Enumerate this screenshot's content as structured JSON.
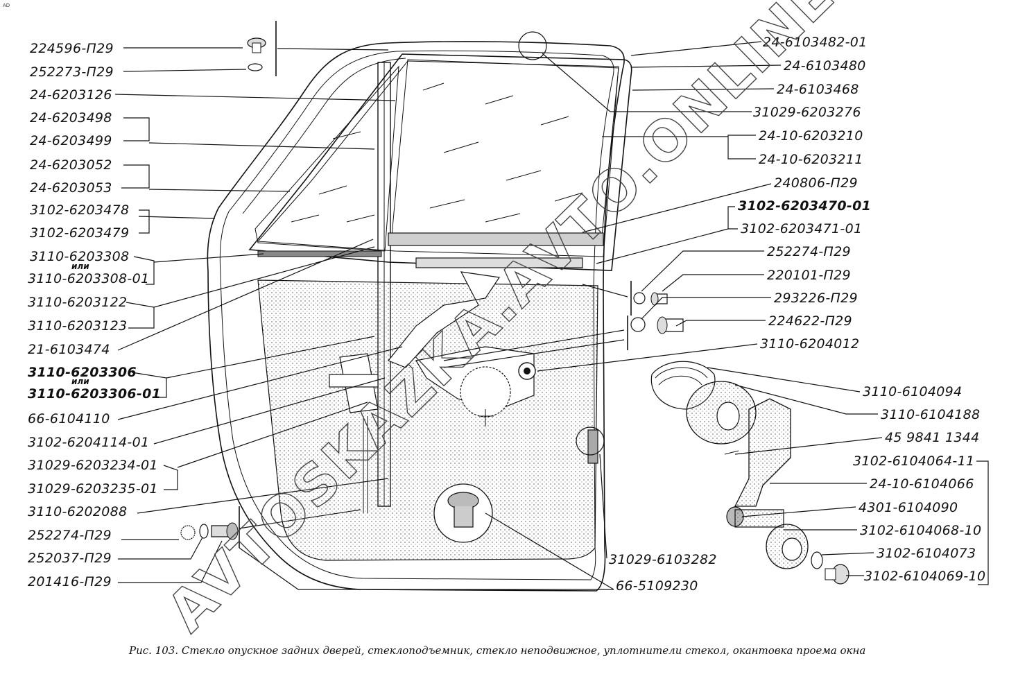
{
  "corner_mark": "AD",
  "caption": "Рис. 103. Стекло опускное задних дверей, стеклоподъемник, стекло неподвижное, уплотнители стекол, окантовка проема окна",
  "watermark": "AVTOSKAZKA.AVTO.ONLINE",
  "ili": "или",
  "left_labels": [
    "224596-П29",
    "252273-П29",
    "24-6203126",
    "24-6203498",
    "24-6203499",
    "24-6203052",
    "24-6203053",
    "3102-6203478",
    "3102-6203479",
    "3110-6203308",
    "3110-6203308-01",
    "3110-6203122",
    "3110-6203123",
    "21-6103474",
    "3110-6203306",
    "3110-6203306-01",
    "66-6104110",
    "3102-6204114-01",
    "31029-6203234-01",
    "31029-6203235-01",
    "3110-6202088",
    "252274-П29",
    "252037-П29",
    "201416-П29"
  ],
  "right_labels": [
    "24-6103482-01",
    "24-6103480",
    "24-6103468",
    "31029-6203276",
    "24-10-6203210",
    "24-10-6203211",
    "240806-П29",
    "3102-6203470-01",
    "3102-6203471-01",
    "252274-П29",
    "220101-П29",
    "293226-П29",
    "224622-П29",
    "3110-6204012",
    "3110-6104094",
    "3110-6104188",
    "45 9841 1344",
    "3102-6104064-11",
    "24-10-6104066",
    "4301-6104090",
    "3102-6104068-10",
    "3102-6104073",
    "3102-6104069-10"
  ],
  "bottom_labels": [
    "31029-6103282",
    "66-5109230"
  ]
}
